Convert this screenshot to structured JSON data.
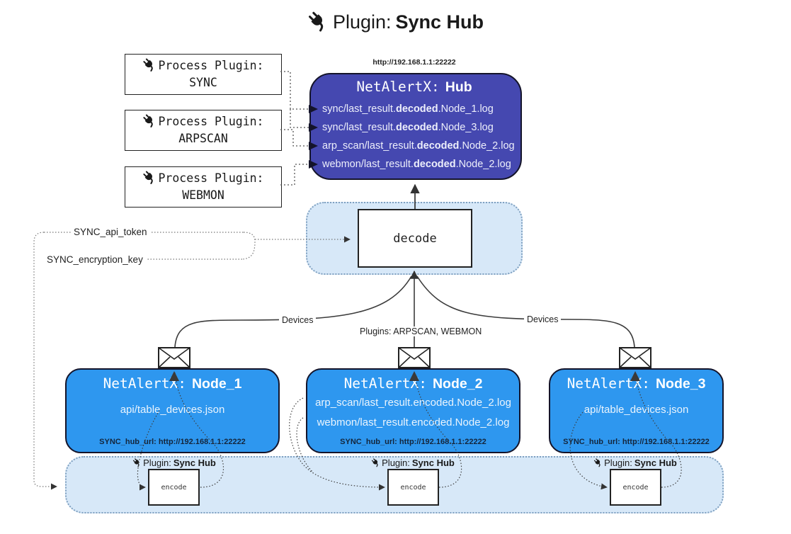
{
  "title": {
    "prefix": "Plugin:",
    "name": "Sync Hub"
  },
  "process_plugins": [
    {
      "label": "Process Plugin:",
      "name": "SYNC"
    },
    {
      "label": "Process Plugin:",
      "name": "ARPSCAN"
    },
    {
      "label": "Process Plugin:",
      "name": "WEBMON"
    }
  ],
  "hub": {
    "url": "http://192.168.1.1:22222",
    "title_prefix": "NetAlertX:",
    "title_name": "Hub",
    "logs": [
      {
        "pre": "sync/last_result.",
        "bold": "decoded",
        "post": ".Node_1.log"
      },
      {
        "pre": "sync/last_result.",
        "bold": "decoded",
        "post": ".Node_3.log"
      },
      {
        "pre": "arp_scan/last_result.",
        "bold": "decoded",
        "post": ".Node_2.log"
      },
      {
        "pre": "webmon/last_result.",
        "bold": "decoded",
        "post": ".Node_2.log"
      }
    ]
  },
  "decode_box": {
    "label": "decode"
  },
  "settings": {
    "api_token": "SYNC_api_token",
    "encryption_key": "SYNC_encryption_key"
  },
  "edge_labels": {
    "devices_left": "Devices",
    "devices_right": "Devices",
    "plugins_center": "Plugins: ARPSCAN, WEBMON"
  },
  "nodes": [
    {
      "title_prefix": "NetAlertX:",
      "title_name": "Node_1",
      "files": [
        "api/table_devices.json"
      ],
      "hub_url": "SYNC_hub_url: http://192.168.1.1:22222"
    },
    {
      "title_prefix": "NetAlertX:",
      "title_name": "Node_2",
      "files": [
        "arp_scan/last_result.encoded.Node_2.log",
        "webmon/last_result.encoded.Node_2.log"
      ],
      "hub_url": "SYNC_hub_url: http://192.168.1.1:22222"
    },
    {
      "title_prefix": "NetAlertX:",
      "title_name": "Node_3",
      "files": [
        "api/table_devices.json"
      ],
      "hub_url": "SYNC_hub_url: http://192.168.1.1:22222"
    }
  ],
  "encoders": [
    {
      "plugin_prefix": "Plugin:",
      "plugin_name": "Sync Hub",
      "label": "encode"
    },
    {
      "plugin_prefix": "Plugin:",
      "plugin_name": "Sync Hub",
      "label": "encode"
    },
    {
      "plugin_prefix": "Plugin:",
      "plugin_name": "Sync Hub",
      "label": "encode"
    }
  ],
  "colors": {
    "hub_fill": "#4548b0",
    "node_fill": "#2e97ef",
    "container_fill": "#d7e8f8",
    "container_border": "#7fa0c0",
    "line": "#3c3c3c"
  }
}
